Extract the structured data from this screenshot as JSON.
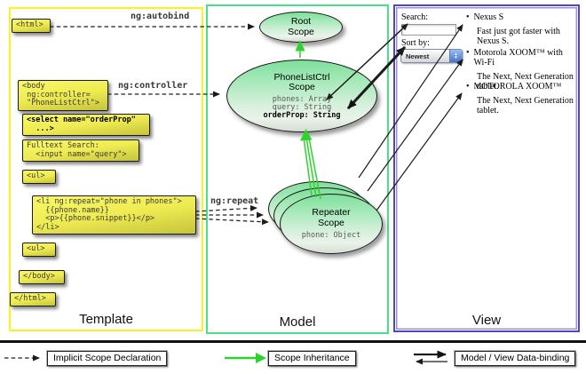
{
  "colors": {
    "template_border": "#f6f61e",
    "model_border": "#4ade8e",
    "view_border": "#5143c6",
    "code_box_yellow": "#eeeb52",
    "scope_green": "#7fdf9c",
    "inheritance_green": "#2dd42d",
    "arrow_black": "#1c1c1c"
  },
  "template": {
    "panel_label": "Template",
    "html_open": "<html>",
    "body_open": [
      "<body",
      " ng:controller=",
      " \"PhoneListCtrl\">"
    ],
    "select_box": [
      "<select name=\"orderProp\"",
      "  ...>"
    ],
    "fulltext_box": [
      "Fulltext Search:",
      "  <input name=\"query\">"
    ],
    "ul_open": "<ul>",
    "li_box": [
      "<li ng:repeat=\"phone in phones\">",
      "  {{phone.name}}",
      "  <p>{{phone.snippet}}</p>",
      "</li>"
    ],
    "ul_close": "<ul>",
    "body_close": "</body>",
    "html_close": "</html>"
  },
  "arrows": {
    "autobind_label": "ng:autobind",
    "controller_label": "ng:controller",
    "repeat_label": "ng:repeat"
  },
  "model": {
    "panel_label": "Model",
    "root_scope": {
      "title": [
        "Root",
        "Scope"
      ]
    },
    "phonelist_scope": {
      "title": [
        "PhoneListCtrl",
        "Scope"
      ],
      "props": [
        "phones: Array",
        "query: String",
        "orderProp: String"
      ]
    },
    "repeater_scope": {
      "title": [
        "Repeater",
        "Scope"
      ],
      "prop": "phone: Object"
    }
  },
  "view": {
    "panel_label": "View",
    "search_label": "Search:",
    "search_value": "",
    "sort_label": "Sort by:",
    "sort_value": "Newest",
    "sort_stepper_up": "▲",
    "sort_stepper_down": "▼",
    "bullet_glyph": "•",
    "items": [
      {
        "title": "Nexus S",
        "desc": "Fast just got faster with Nexus S."
      },
      {
        "title": "Motorola XOOM™ with Wi-Fi",
        "desc": "The Next, Next Generation tablet."
      },
      {
        "title": "MOTOROLA XOOM™",
        "desc": "The Next, Next Generation tablet."
      }
    ]
  },
  "legend": {
    "implicit_label": "Implicit Scope Declaration",
    "inheritance_label": "Scope Inheritance",
    "databinding_label": "Model / View Data-binding"
  }
}
